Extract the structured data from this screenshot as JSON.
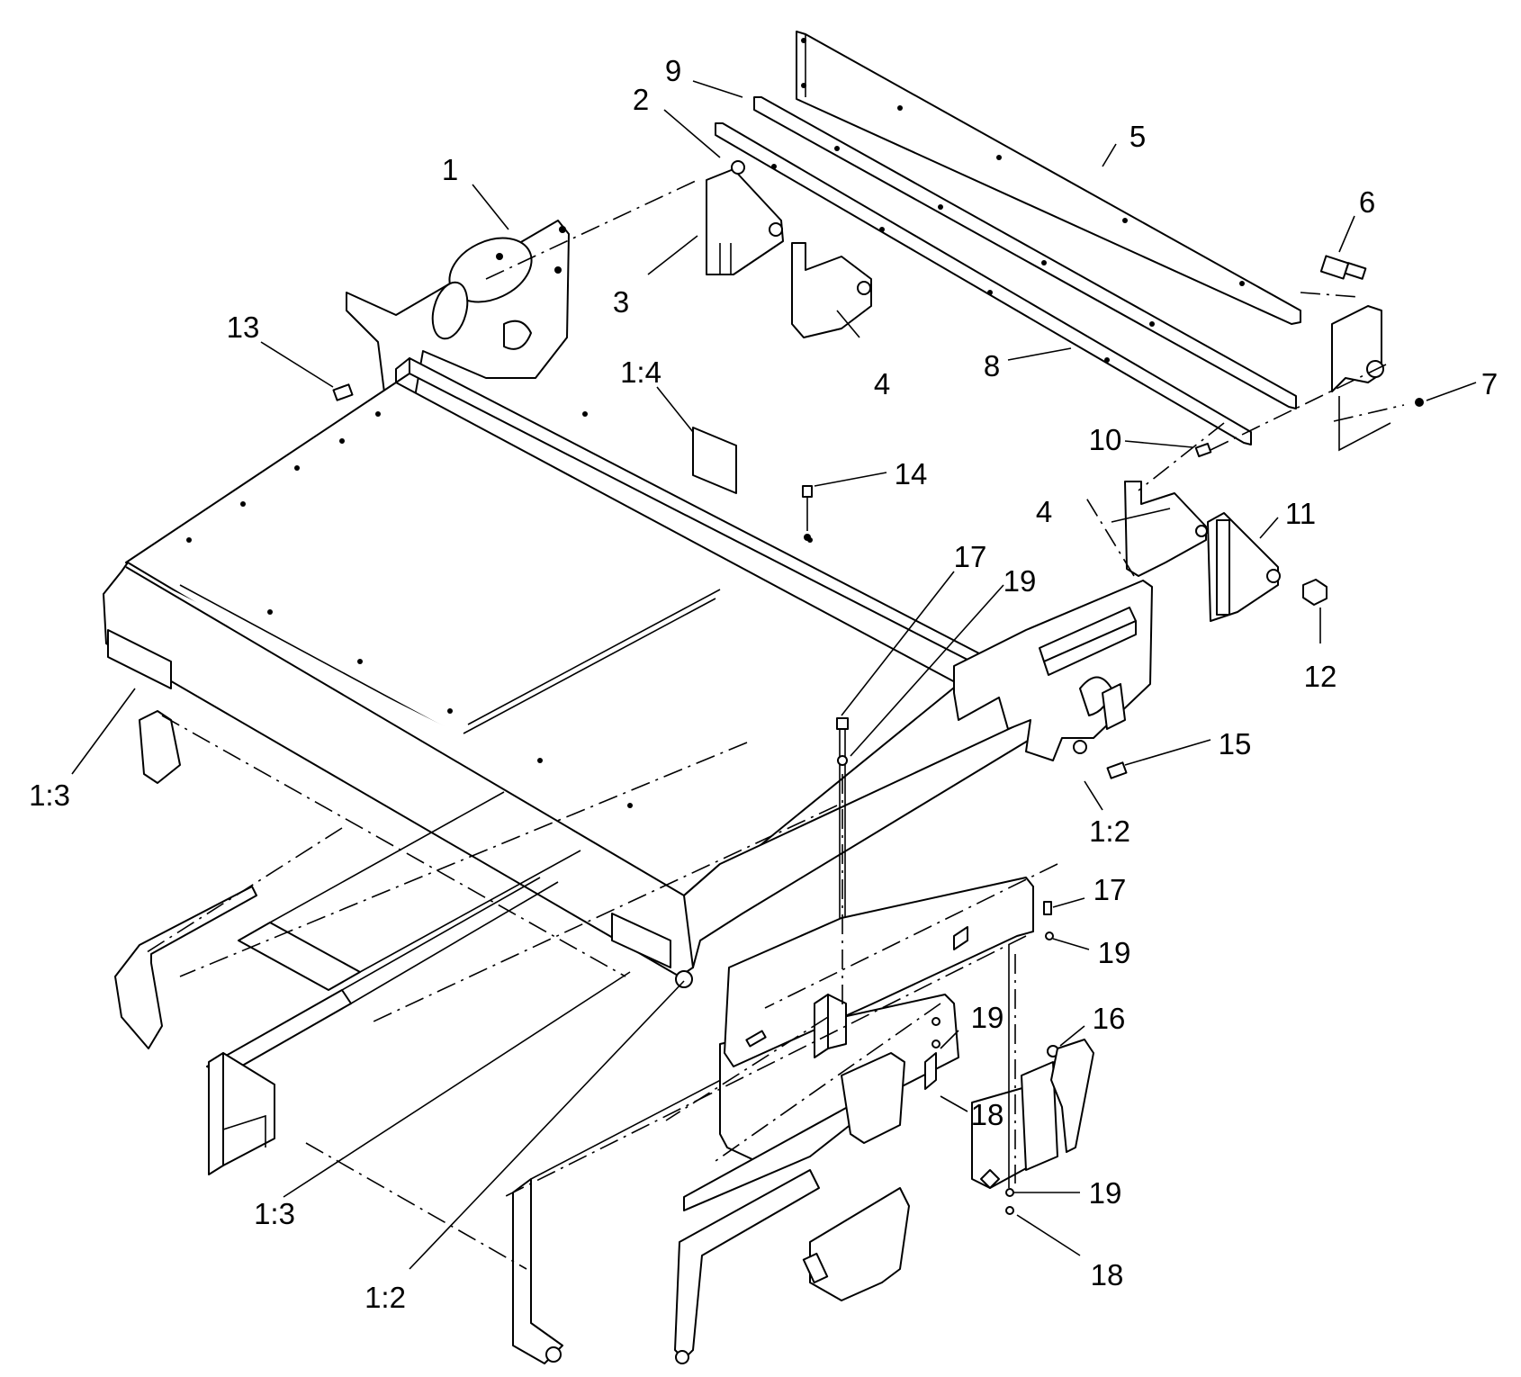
{
  "callouts": [
    {
      "id": "c1",
      "text": "1"
    },
    {
      "id": "c2",
      "text": "2"
    },
    {
      "id": "c3",
      "text": "3"
    },
    {
      "id": "c4a",
      "text": "4"
    },
    {
      "id": "c4b",
      "text": "4"
    },
    {
      "id": "c5",
      "text": "5"
    },
    {
      "id": "c6",
      "text": "6"
    },
    {
      "id": "c7",
      "text": "7"
    },
    {
      "id": "c8",
      "text": "8"
    },
    {
      "id": "c9",
      "text": "9"
    },
    {
      "id": "c10",
      "text": "10"
    },
    {
      "id": "c11",
      "text": "11"
    },
    {
      "id": "c12",
      "text": "12"
    },
    {
      "id": "c13",
      "text": "13"
    },
    {
      "id": "c14",
      "text": "14"
    },
    {
      "id": "c15",
      "text": "15"
    },
    {
      "id": "c16",
      "text": "16"
    },
    {
      "id": "c17a",
      "text": "17"
    },
    {
      "id": "c17b",
      "text": "17"
    },
    {
      "id": "c18a",
      "text": "18"
    },
    {
      "id": "c18b",
      "text": "18"
    },
    {
      "id": "c19a",
      "text": "19"
    },
    {
      "id": "c19b",
      "text": "19"
    },
    {
      "id": "c19c",
      "text": "19"
    },
    {
      "id": "c19d",
      "text": "19"
    },
    {
      "id": "c1-2a",
      "text": "1:2"
    },
    {
      "id": "c1-2b",
      "text": "1:2"
    },
    {
      "id": "c1-3a",
      "text": "1:3"
    },
    {
      "id": "c1-3b",
      "text": "1:3"
    },
    {
      "id": "c1-4",
      "text": "1:4"
    }
  ]
}
